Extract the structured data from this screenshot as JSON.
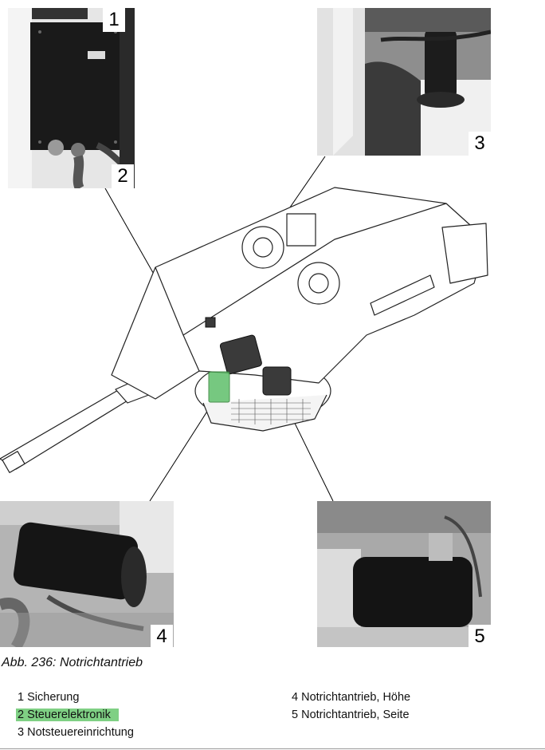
{
  "figure": {
    "caption": "Abb. 236: Notrichtantrieb"
  },
  "callouts": {
    "c1": "1",
    "c2": "2",
    "c3": "3",
    "c4": "4",
    "c5": "5"
  },
  "legend": {
    "left": [
      {
        "num": "1",
        "text": "Sicherung"
      },
      {
        "num": "2",
        "text": "Steuerelektronik",
        "highlighted": true
      },
      {
        "num": "3",
        "text": "Notsteuereinrichtung"
      }
    ],
    "right": [
      {
        "num": "4",
        "text": "Notrichtantrieb, Höhe"
      },
      {
        "num": "5",
        "text": "Notrichtantrieb, Seite"
      }
    ]
  },
  "colors": {
    "highlight": "#7fd084",
    "highlight_component": "#5fbf6a"
  }
}
